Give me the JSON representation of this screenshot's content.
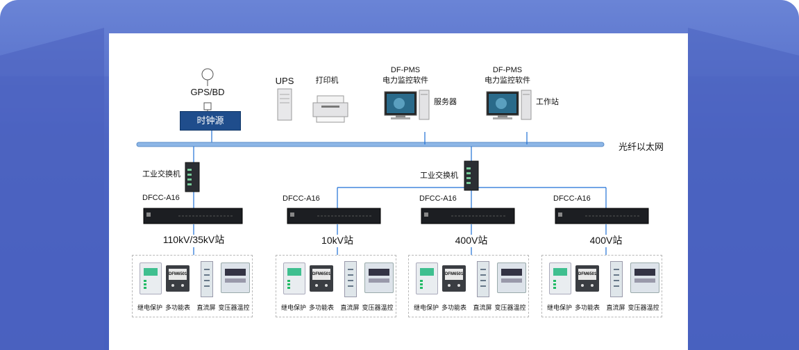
{
  "colors": {
    "frame_bg": "#5a73cc",
    "clock_bg": "#1f4d8c",
    "bus": "#8db6e6",
    "line": "#1d6fd6"
  },
  "diagram": {
    "gps_label": "GPS/BD",
    "clock_label": "时钟源",
    "ups_label": "UPS",
    "printer_label": "打印机",
    "server": {
      "title1": "DF-PMS",
      "title2": "电力监控软件",
      "label": "服务器"
    },
    "workstation": {
      "title1": "DF-PMS",
      "title2": "电力监控软件",
      "label": "工作站"
    },
    "bus_label": "光纤以太网",
    "switch_left": "工业交换机",
    "switch_right": "工业交换机",
    "stations": [
      {
        "controller": "DFCC-A16",
        "name": "110kV/35kV站",
        "devices": [
          "继电保护",
          "多功能表",
          "直流屏",
          "变压器温控"
        ],
        "meter_text": "DFM6501"
      },
      {
        "controller": "DFCC-A16",
        "name": "10kV站",
        "devices": [
          "继电保护",
          "多功能表",
          "直流屏",
          "变压器温控"
        ],
        "meter_text": "DFM6501"
      },
      {
        "controller": "DFCC-A16",
        "name": "400V站",
        "devices": [
          "继电保护",
          "多功能表",
          "直流屏",
          "变压器温控"
        ],
        "meter_text": "DFM6501"
      },
      {
        "controller": "DFCC-A16",
        "name": "400V站",
        "devices": [
          "继电保护",
          "多功能表",
          "直流屏",
          "变压器温控"
        ],
        "meter_text": "DFM6501"
      }
    ]
  }
}
